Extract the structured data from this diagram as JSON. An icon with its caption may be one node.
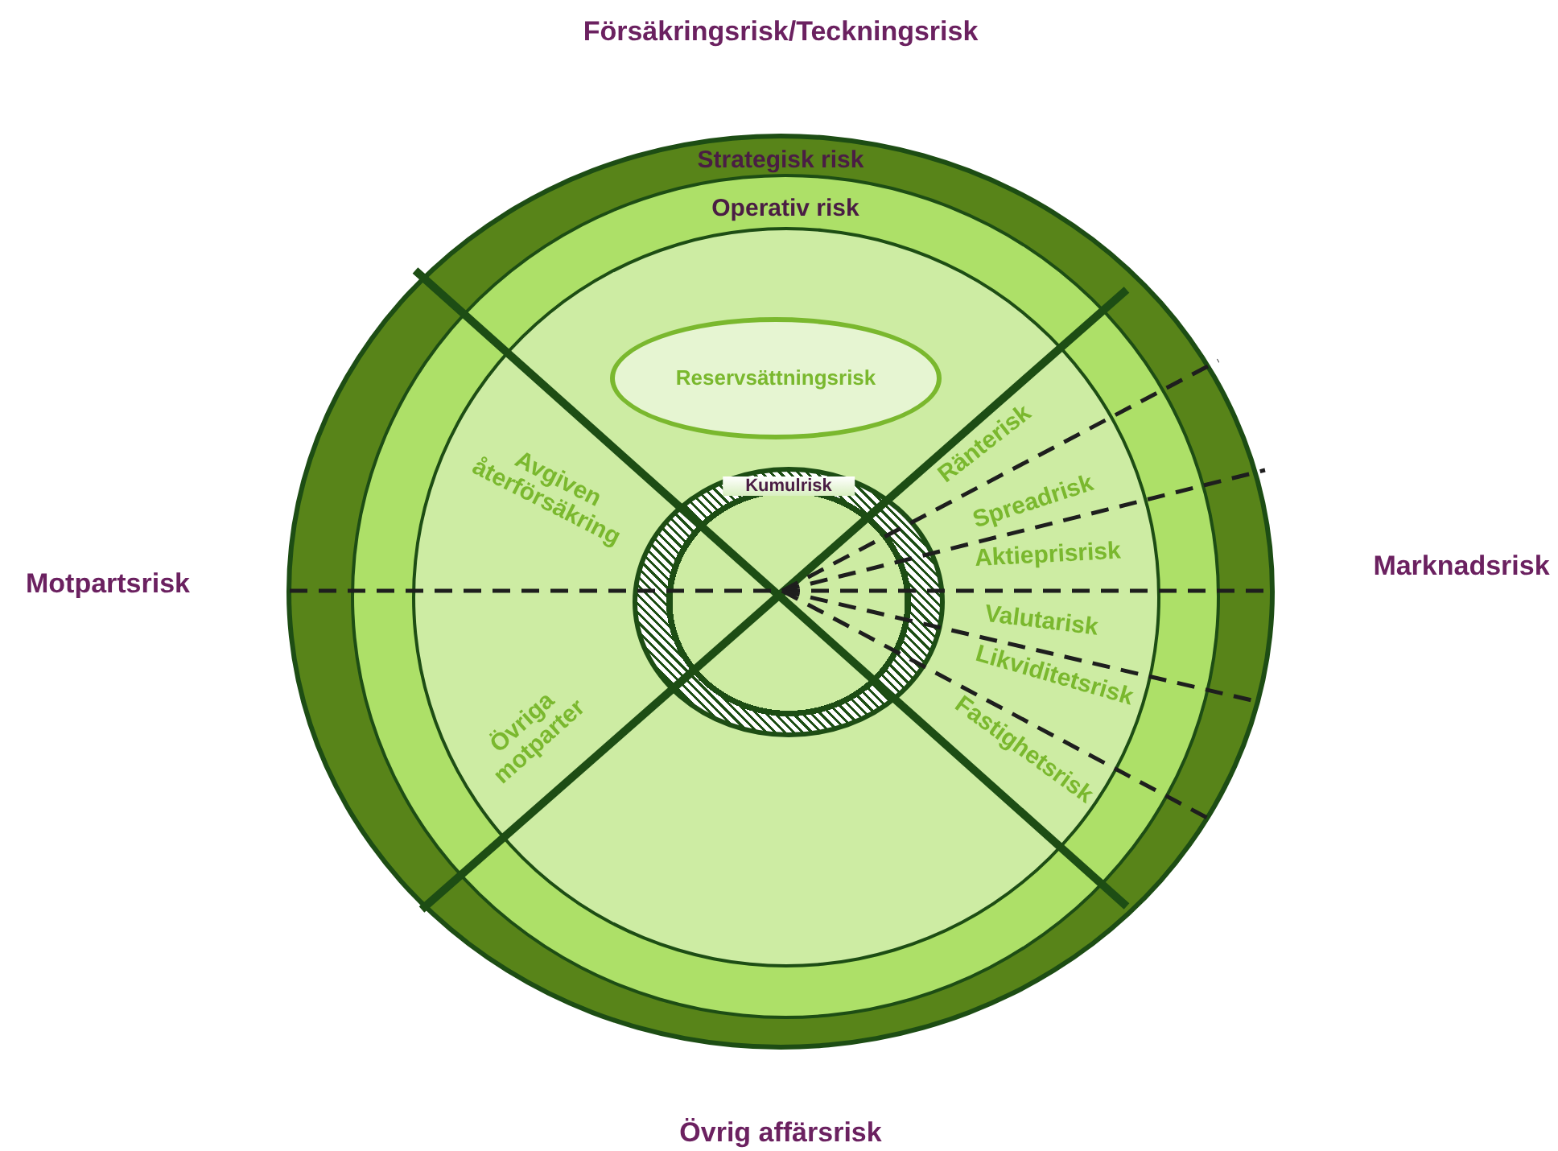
{
  "diagram": {
    "nodes": [
      {
        "text": [
          "Strategisk risk"
        ]
      },
      {
        "text": [
          "Operativ risk"
        ],
        "in": 0
      },
      {
        "text": [
          "Reservsättningsrisk"
        ],
        "in": 1
      },
      {
        "text": [
          "Kumulrisk"
        ],
        "in": 1
      }
    ],
    "labels": [
      "Försäkringsrisk/Teckningsrisk",
      "Motpartsrisk",
      "Marknadsrisk",
      "Avgiven återförsäkring",
      "Ränterisk",
      "Spreadrisk",
      "Aktieprisrisk",
      "Valutarisk",
      "Likviditetsrisk",
      "Övriga motparter",
      "Fastighetsrisk",
      "Övrig affärsrisk"
    ]
  }
}
